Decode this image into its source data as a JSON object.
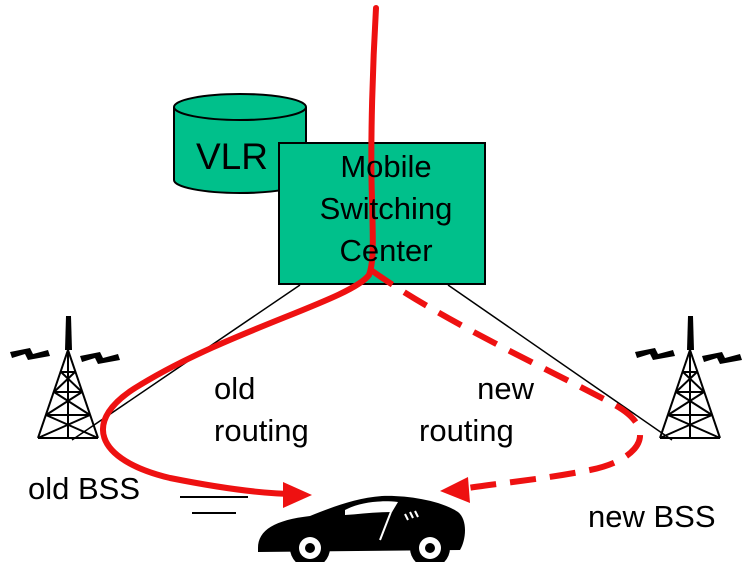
{
  "colors": {
    "box_fill": "#00c08b",
    "route": "#ee1111",
    "line": "#000000",
    "background": "#ffffff"
  },
  "labels": {
    "vlr": "VLR",
    "msc": [
      "Mobile",
      "Switching",
      "Center"
    ],
    "old_routing": [
      "old",
      "routing"
    ],
    "new_routing": [
      "new",
      "routing"
    ],
    "old_bss": "old BSS",
    "new_bss": "new BSS"
  },
  "icons": {
    "tower": "radio-tower-icon",
    "car": "car-icon"
  }
}
